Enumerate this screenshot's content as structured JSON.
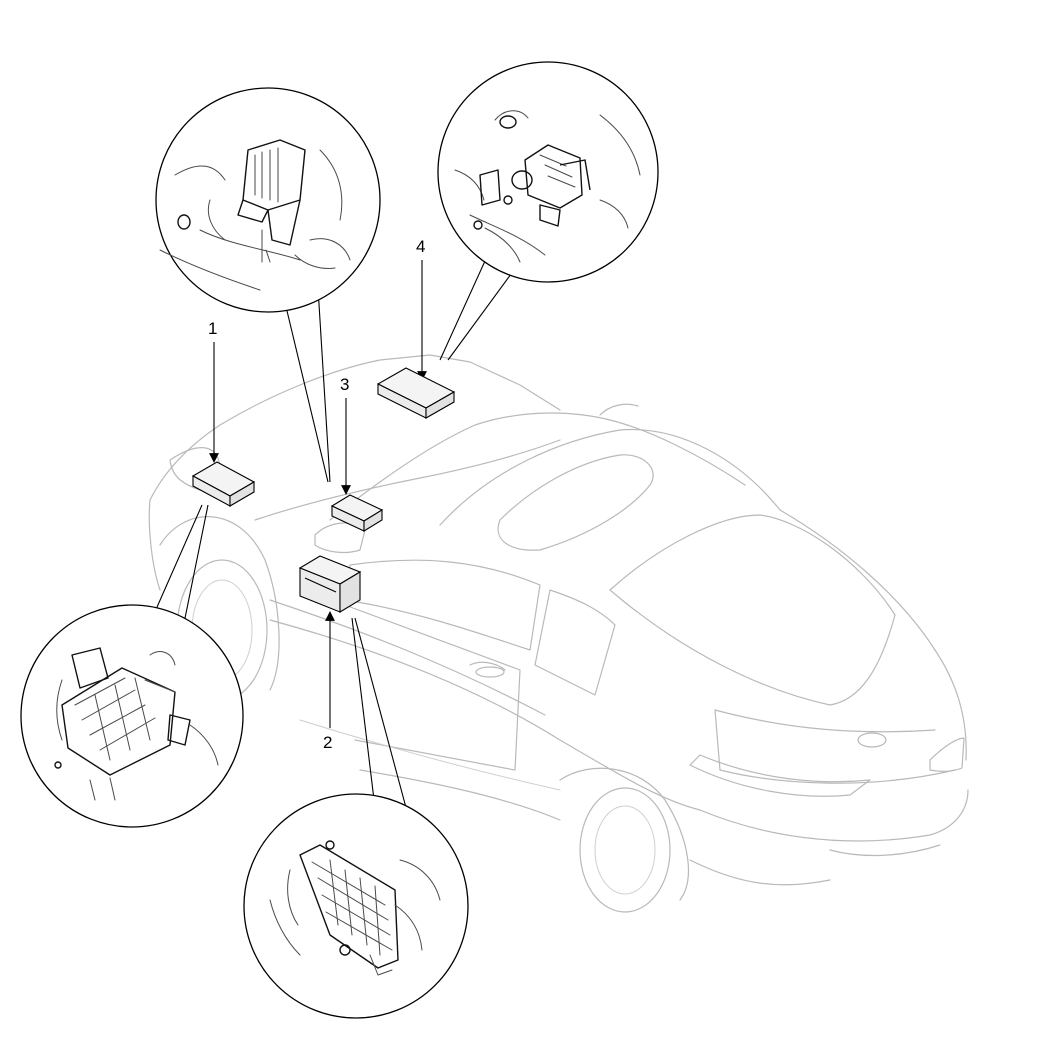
{
  "callouts": [
    {
      "id": "1",
      "label": "1"
    },
    {
      "id": "2",
      "label": "2"
    },
    {
      "id": "3",
      "label": "3"
    },
    {
      "id": "4",
      "label": "4"
    }
  ],
  "icons": [
    "junction-box-icon",
    "arrow-icon",
    "car-outline-icon",
    "magnifier-circle-icon"
  ],
  "colors": {
    "car_outline": "#b9b9b9",
    "callout_line": "#000000",
    "background": "#ffffff"
  }
}
